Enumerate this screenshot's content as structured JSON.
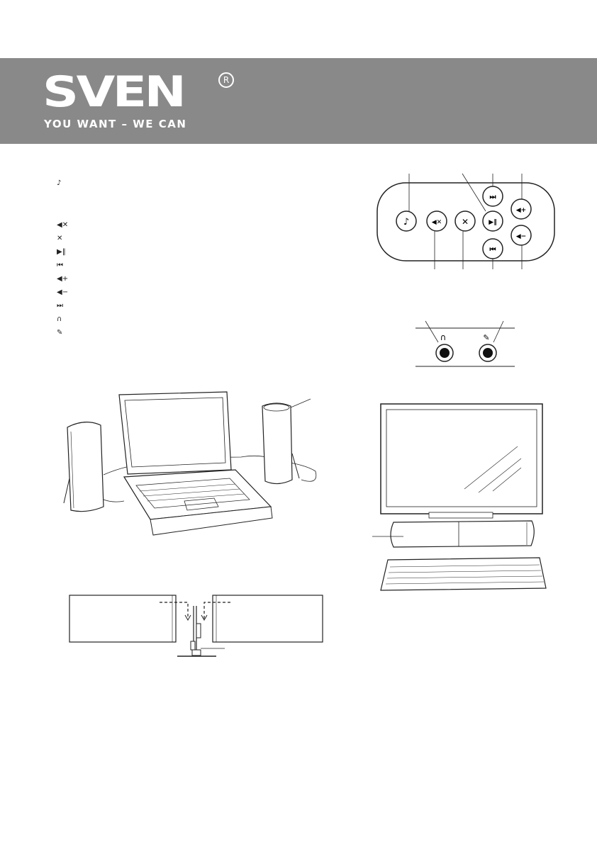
{
  "header": {
    "brand": "SVEN",
    "registered": "R",
    "tagline": "YOU WANT – WE CAN",
    "banner_color": "#8a8989"
  },
  "legend": {
    "icons": [
      {
        "icon": "music-mode-icon",
        "glyph": "♪"
      },
      {
        "icon": "speaker-mute-icon",
        "glyph": "◀✕"
      },
      {
        "icon": "mic-mute-icon",
        "glyph": "✕"
      },
      {
        "icon": "play-pause-icon",
        "glyph": "▶‖"
      },
      {
        "icon": "previous-track-icon",
        "glyph": "⏮"
      },
      {
        "icon": "volume-up-icon",
        "glyph": "◀+"
      },
      {
        "icon": "volume-down-icon",
        "glyph": "◀−"
      },
      {
        "icon": "next-track-icon",
        "glyph": "⏭"
      },
      {
        "icon": "headphones-icon",
        "glyph": "∩"
      },
      {
        "icon": "microphone-icon",
        "glyph": "✎"
      }
    ]
  },
  "control_panel": {
    "buttons": [
      {
        "icon": "music-mode-icon",
        "glyph": "♪"
      },
      {
        "icon": "speaker-mute-icon",
        "glyph": "◀✕"
      },
      {
        "icon": "mic-mute-icon",
        "glyph": "✕"
      },
      {
        "icon": "next-track-icon",
        "glyph": "⏭"
      },
      {
        "icon": "play-pause-icon",
        "glyph": "▶‖"
      },
      {
        "icon": "previous-track-icon",
        "glyph": "⏮"
      },
      {
        "icon": "volume-up-icon",
        "glyph": "◀+"
      },
      {
        "icon": "volume-down-icon",
        "glyph": "◀−"
      }
    ]
  },
  "jacks": [
    {
      "icon": "headphones-icon",
      "glyph": "∩"
    },
    {
      "icon": "microphone-icon",
      "glyph": "✎"
    }
  ]
}
